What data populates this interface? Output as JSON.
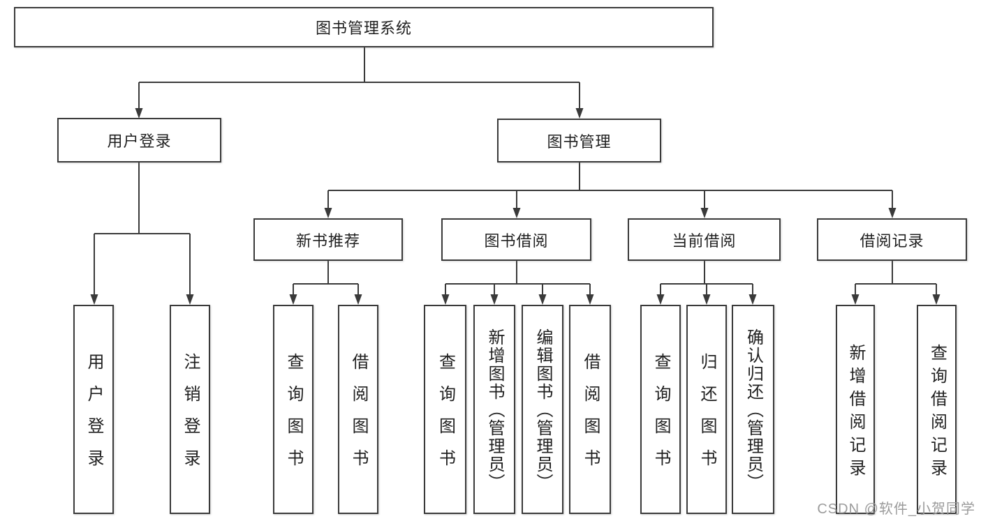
{
  "diagram": {
    "type": "hierarchy-tree",
    "colors": {
      "line": "#3a3a3a",
      "box_border": "#3a3a3a",
      "box_fill": "#ffffff",
      "text": "#1f1f1f",
      "background": "#ffffff",
      "watermark": "#9b9b9b"
    },
    "tree": {
      "root": {
        "label": "图书管理系统",
        "children": [
          {
            "label": "用户登录",
            "children": [
              {
                "label": "用户登录"
              },
              {
                "label": "注销登录"
              }
            ]
          },
          {
            "label": "图书管理",
            "children": [
              {
                "label": "新书推荐",
                "children": [
                  {
                    "label": "查询图书"
                  },
                  {
                    "label": "借阅图书"
                  }
                ]
              },
              {
                "label": "图书借阅",
                "children": [
                  {
                    "label": "查询图书"
                  },
                  {
                    "label": "新增图书（管理员）"
                  },
                  {
                    "label": "编辑图书（管理员）"
                  },
                  {
                    "label": "借阅图书"
                  }
                ]
              },
              {
                "label": "当前借阅",
                "children": [
                  {
                    "label": "查询图书"
                  },
                  {
                    "label": "归还图书"
                  },
                  {
                    "label": "确认归还（管理员）"
                  }
                ]
              },
              {
                "label": "借阅记录",
                "children": [
                  {
                    "label": "新增借阅记录"
                  },
                  {
                    "label": "查询借阅记录"
                  }
                ]
              }
            ]
          }
        ]
      }
    },
    "watermark": {
      "text": "CSDN @软件_小贺同学"
    }
  }
}
